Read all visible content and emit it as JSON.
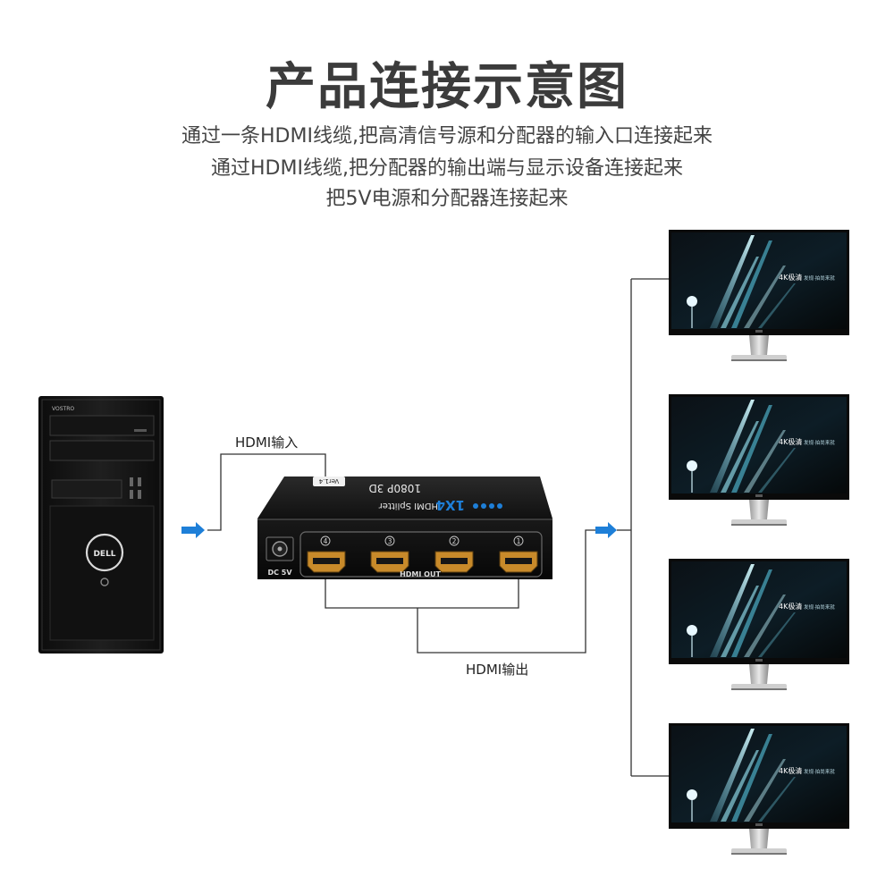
{
  "heading": "产品连接示意图",
  "description": [
    "通过一条HDMI线缆,把高清信号源和分配器的输入口连接起来",
    "通过HDMI线缆,把分配器的输出端与显示设备连接起来",
    "把5V电源和分配器连接起来"
  ],
  "labels": {
    "hdmi_input": "HDMI输入",
    "hdmi_output": "HDMI输出"
  },
  "pc": {
    "model_text": "VOSTRO",
    "logo": "DELL"
  },
  "splitter": {
    "version": "Ver1.4",
    "model": "1X4",
    "name": "HDMI Splitter",
    "resolution": "1080P 3D",
    "power_label": "DC 5V",
    "ports_label": "HDMI OUT",
    "ports": [
      "4",
      "3",
      "2",
      "1"
    ]
  },
  "monitor_screen": {
    "brand_text": "4K极清",
    "slogan": "发规·拍尚来就"
  },
  "colors": {
    "arrow": "#1e7fd8",
    "wire": "#333333",
    "text": "#3b3b3b"
  }
}
